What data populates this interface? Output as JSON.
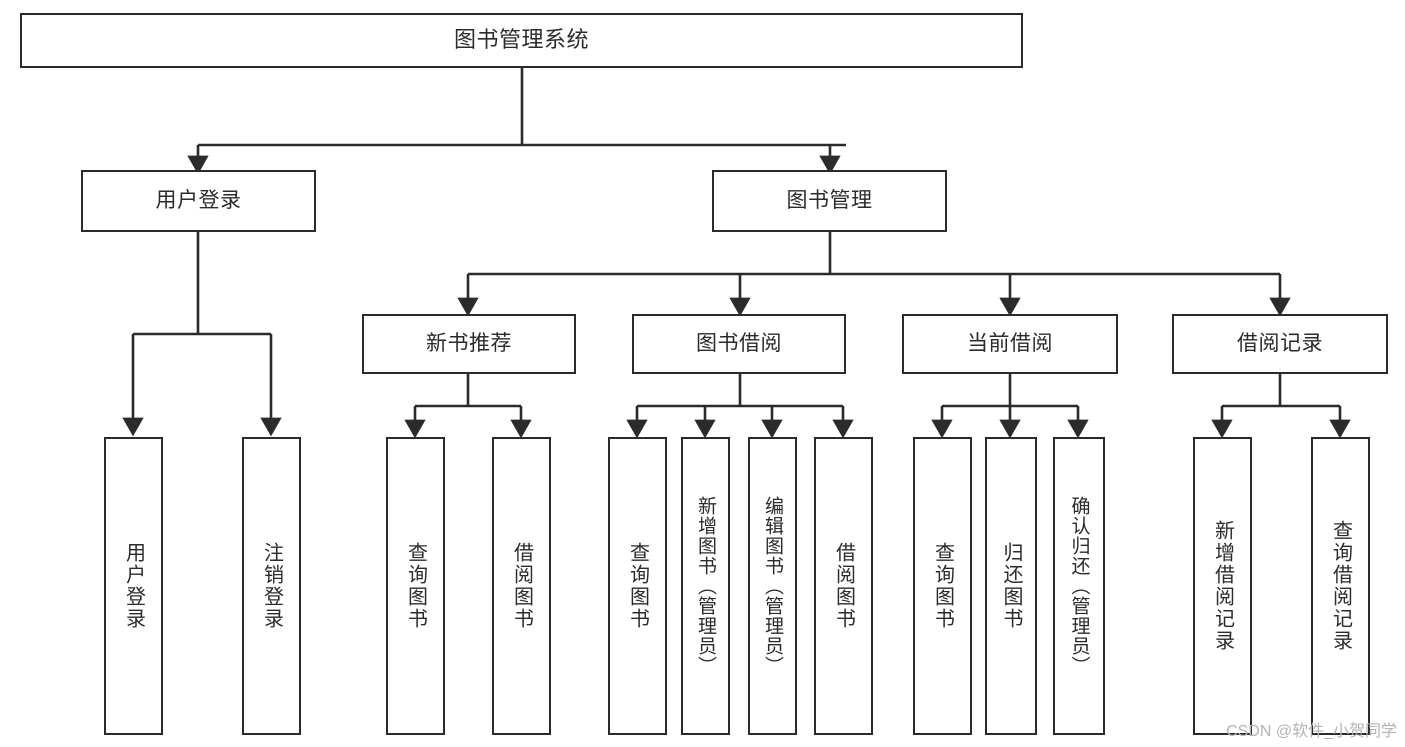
{
  "diagram": {
    "title_text": "图书管理系统",
    "line_color": "#2b2b2b",
    "box_fill": "#ffffff",
    "text_color": "#2b2b2b",
    "watermark": "CSDN @软件_小贺同学",
    "watermark_color": "#b4b4b4"
  },
  "nodes": {
    "root": {
      "label": "图书管理系统"
    },
    "level1": [
      {
        "label": "用户登录"
      },
      {
        "label": "图书管理"
      }
    ],
    "level2": [
      {
        "label": "新书推荐"
      },
      {
        "label": "图书借阅"
      },
      {
        "label": "当前借阅"
      },
      {
        "label": "借阅记录"
      }
    ],
    "leaves": {
      "user_login": [
        {
          "label": "用户登录"
        },
        {
          "label": "注销登录"
        }
      ],
      "new_book_recommend": [
        {
          "label": "查询图书"
        },
        {
          "label": "借阅图书"
        }
      ],
      "book_borrow": [
        {
          "label": "查询图书"
        },
        {
          "label": "新增图书（管理员）"
        },
        {
          "label": "编辑图书（管理员）"
        },
        {
          "label": "借阅图书"
        }
      ],
      "current_borrow": [
        {
          "label": "查询图书"
        },
        {
          "label": "归还图书"
        },
        {
          "label": "确认归还（管理员）"
        }
      ],
      "borrow_record": [
        {
          "label": "新增借阅记录"
        },
        {
          "label": "查询借阅记录"
        }
      ]
    }
  }
}
